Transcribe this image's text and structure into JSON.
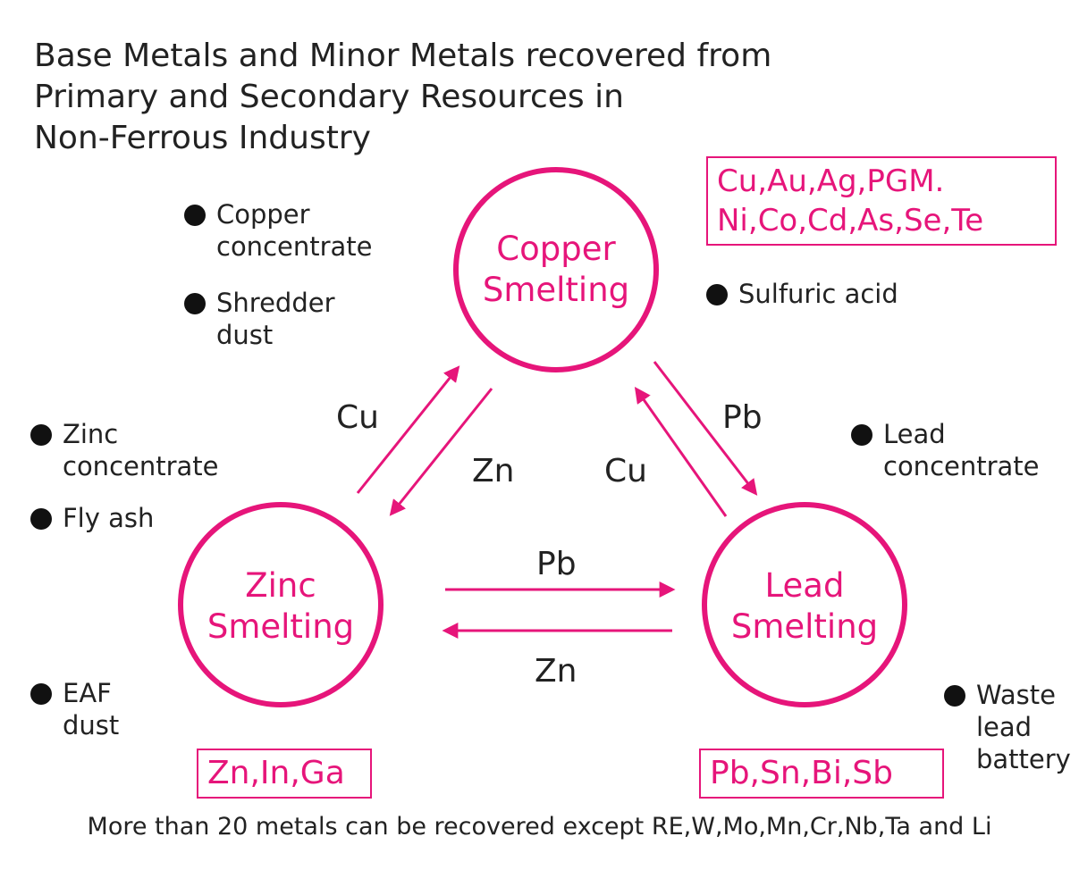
{
  "title": {
    "line1": "Base Metals and Minor Metals recovered from",
    "line2": "Primary and Secondary Resources in",
    "line3": "Non-Ferrous Industry"
  },
  "colors": {
    "accent": "#e6157a",
    "text": "#222222",
    "bullet": "#111111"
  },
  "nodes": {
    "copper": {
      "line1": "Copper",
      "line2": "Smelting"
    },
    "zinc": {
      "line1": "Zinc",
      "line2": "Smelting"
    },
    "lead": {
      "line1": "Lead",
      "line2": "Smelting"
    }
  },
  "metals": {
    "copper": {
      "line1": "Cu,Au,Ag,PGM.",
      "line2": "Ni,Co,Cd,As,Se,Te"
    },
    "zinc": "Zn,In,Ga",
    "lead": "Pb,Sn,Bi,Sb"
  },
  "inputs": {
    "copper_concentrate": {
      "line1": "Copper",
      "line2": "concentrate"
    },
    "shredder_dust": {
      "line1": "Shredder",
      "line2": "dust"
    },
    "sulfuric_acid": "Sulfuric acid",
    "zinc_concentrate": {
      "line1": "Zinc",
      "line2": "concentrate"
    },
    "fly_ash": "Fly ash",
    "lead_concentrate": {
      "line1": "Lead",
      "line2": "concentrate"
    },
    "eaf_dust": {
      "line1": "EAF",
      "line2": "dust"
    },
    "waste_lead_battery": {
      "line1": "Waste",
      "line2": "lead",
      "line3": "battery"
    }
  },
  "flows": {
    "zinc_to_copper": "Cu",
    "copper_to_zinc": "Zn",
    "copper_to_lead": "Pb",
    "lead_to_copper": "Cu",
    "zinc_to_lead": "Pb",
    "lead_to_zinc": "Zn"
  },
  "footer": "More than 20 metals can be recovered except RE,W,Mo,Mn,Cr,Nb,Ta and Li"
}
